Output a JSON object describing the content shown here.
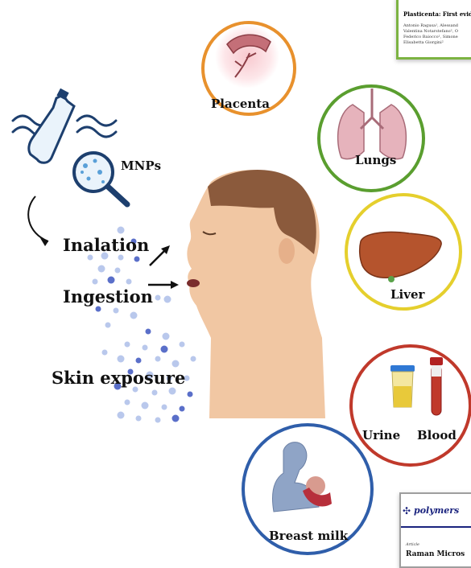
{
  "labels": {
    "placenta": "Placenta",
    "lungs": "Lungs",
    "liver": "Liver",
    "urine": "Urine",
    "blood": "Blood",
    "breast_milk": "Breast milk",
    "mnps": "MNPs",
    "inhalation": "Inalation",
    "ingestion": "Ingestion",
    "skin_exposure": "Skin exposure"
  },
  "paper_top": {
    "title": "Plasticenta: First evid",
    "authors": [
      "Antonio Ragusa¹, Alessand",
      "Valentina Notarstefano², O",
      "Federico Baiocco¹, Simone",
      "Elisabetta Giorgini²"
    ]
  },
  "paper_bottom": {
    "journal": "polymers",
    "article": "Article",
    "title": "Raman Micros"
  },
  "colors": {
    "placenta_ring": "#e8912d",
    "lungs_ring": "#5a9e2f",
    "liver_ring": "#e5cf2d",
    "urine_blood_ring": "#c0392b",
    "breast_milk_ring": "#2f5eaa",
    "particle_light": "#b9c8ec",
    "particle_dark": "#5a6fc9",
    "skin": "#f1c7a3",
    "hair": "#8b5a3c"
  }
}
